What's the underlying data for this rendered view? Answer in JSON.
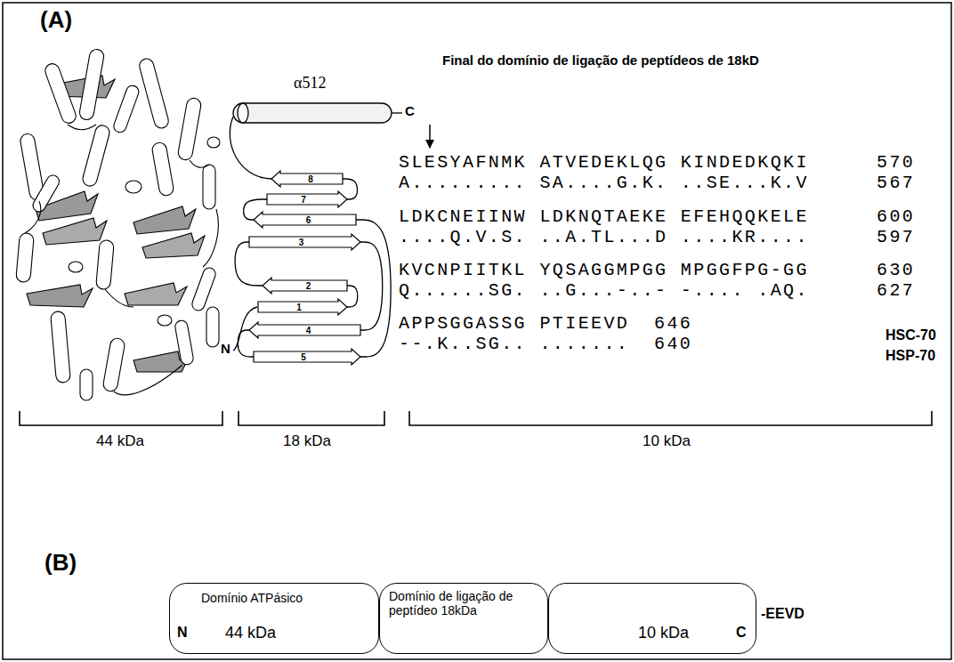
{
  "diagram": {
    "nodes": [
      {
        "text": [
          "8"
        ]
      },
      {
        "text": [
          "7"
        ]
      },
      {
        "text": [
          "6"
        ]
      },
      {
        "text": [
          "3"
        ]
      },
      {
        "text": [
          "2"
        ]
      },
      {
        "text": [
          "1"
        ]
      },
      {
        "text": [
          "4"
        ]
      },
      {
        "text": [
          "5"
        ]
      },
      {
        "text": [
          "Domínio ATPásico",
          "N",
          "44 kDa"
        ]
      },
      {
        "text": [
          "Domínio de ligação de peptídeo 18kDa"
        ]
      },
      {
        "text": [
          "10 kDa",
          "C"
        ]
      }
    ],
    "edges": [
      {
        "from": 5,
        "to": 4,
        "arrow": "none"
      },
      {
        "from": 4,
        "to": 3,
        "arrow": "none"
      },
      {
        "from": 3,
        "to": 6,
        "arrow": "none"
      },
      {
        "from": 6,
        "to": 7,
        "arrow": "none"
      },
      {
        "from": 7,
        "to": 2,
        "arrow": "none"
      },
      {
        "from": 2,
        "to": 1,
        "arrow": "none"
      },
      {
        "from": 1,
        "to": 0,
        "arrow": "none"
      }
    ],
    "labels": [
      "(A)",
      "α512",
      "Final do domínio de ligação de peptídeos de 18kD",
      "C",
      "SLESYAFNMK ATVEDEKLQG KINDEDKQKI",
      "570",
      "A......... SA....G.K. ..SE...K.V",
      "567",
      "LDKCNEIINW LDKNQTAEKE EFEHQQKELE",
      "600",
      "....Q.V.S. ..A.TL...D ....KR....",
      "597",
      "KVCNPIITKL YQSAGGMPGG MPGGFPG-GG",
      "630",
      "Q......SG. ..G...-..- -.... .AQ.",
      "627",
      "APPSGGASSG PTIEEVD",
      "646",
      "HSC-70",
      "--.K..SG.. .......",
      "640",
      "HSP-70",
      "N",
      "44 kDa",
      "18 kDa",
      "10 kDa",
      "(B)",
      "-EEVD"
    ]
  }
}
